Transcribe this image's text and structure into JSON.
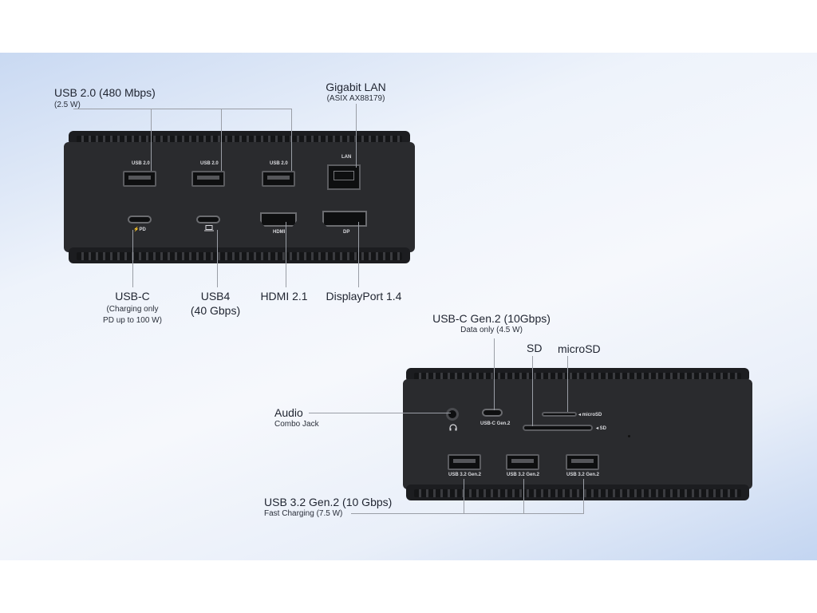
{
  "callouts": {
    "usb20_title": "USB 2.0 (480 Mbps)",
    "usb20_sub": "(2.5 W)",
    "lan_title": "Gigabit LAN",
    "lan_sub": "(ASIX AX88179)",
    "usbc_title": "USB-C",
    "usbc_sub1": "(Charging only",
    "usbc_sub2": "PD up to 100 W)",
    "usb4_title": "USB4",
    "usb4_sub": "(40 Gbps)",
    "hdmi_title": "HDMI 2.1",
    "dp_title": "DisplayPort 1.4",
    "usbc_gen2_title": "USB-C Gen.2 (10Gbps)",
    "usbc_gen2_sub": "Data only (4.5 W)",
    "sd_title": "SD",
    "microsd_title": "microSD",
    "audio_title": "Audio",
    "audio_sub": "Combo Jack",
    "usb32_title": "USB 3.2 Gen.2 (10 Gbps)",
    "usb32_sub": "Fast Charging (7.5 W)"
  },
  "port_labels": {
    "usb20": "USB 2.0",
    "lan": "LAN",
    "pd": "⚡PD",
    "hdmi": "HDMI",
    "dp": "DP",
    "usbc_gen2": "USB-C Gen.2",
    "sd": "◂ SD",
    "microsd": "◂ microSD",
    "usb32": "USB 3.2 Gen.2"
  },
  "icons": {
    "laptop": "laptop-icon",
    "headphone": "headphone-icon"
  },
  "colors": {
    "device": "#2a2b2e",
    "background_start": "#c9d9f2",
    "background_end": "#c3d5f1",
    "leader_line": "#9a9ea6"
  }
}
